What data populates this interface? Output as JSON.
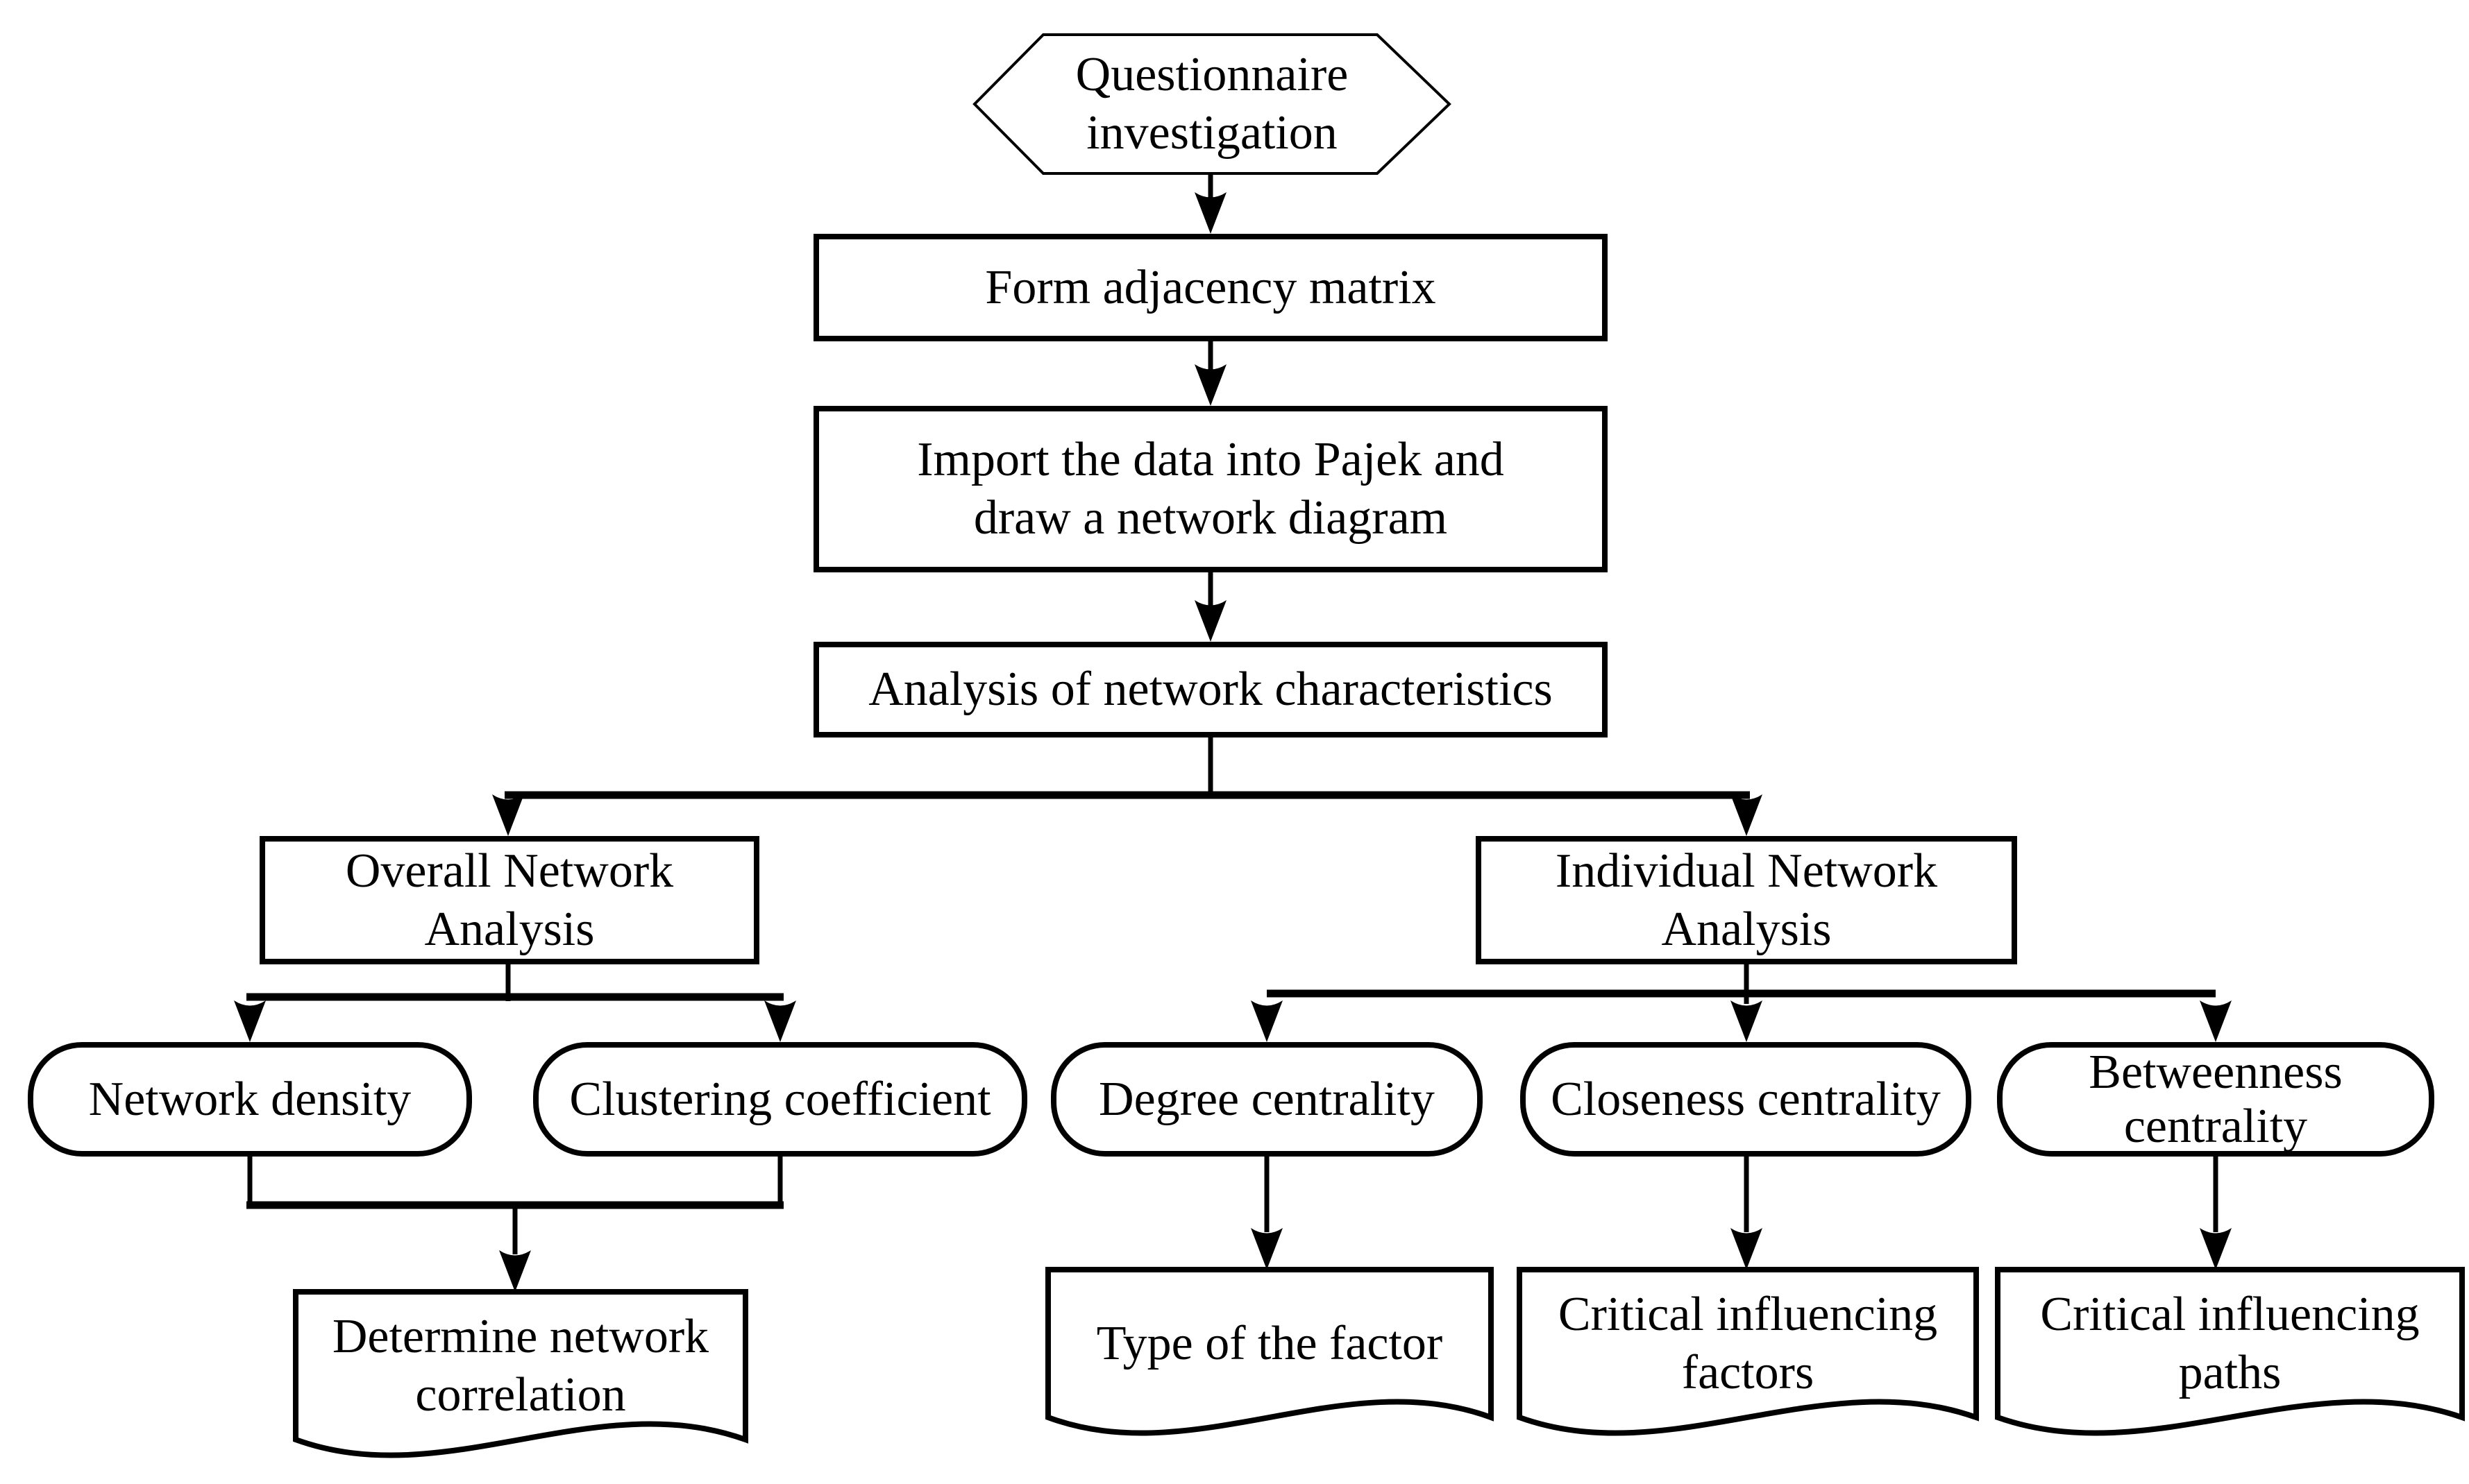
{
  "figure": {
    "type": "flowchart",
    "colors": {
      "ink": "#000000",
      "paper": "#ffffff"
    },
    "nodes": {
      "questionnaire": {
        "shape": "hexagon",
        "lines": [
          "Questionnaire",
          "investigation"
        ]
      },
      "form_matrix": {
        "shape": "rect",
        "lines": [
          "Form adjacency matrix"
        ]
      },
      "import_pajek": {
        "shape": "rect",
        "lines": [
          "Import the data into Pajek and",
          "draw a network diagram"
        ]
      },
      "analysis": {
        "shape": "rect",
        "lines": [
          "Analysis of network characteristics"
        ]
      },
      "overall": {
        "shape": "rect",
        "lines": [
          "Overall Network",
          "Analysis"
        ]
      },
      "individual": {
        "shape": "rect",
        "lines": [
          "Individual Network",
          "Analysis"
        ]
      },
      "network_density": {
        "shape": "stadium",
        "lines": [
          "Network density"
        ]
      },
      "clustering_coefficient": {
        "shape": "stadium",
        "lines": [
          "Clustering coefficient"
        ]
      },
      "degree_centrality": {
        "shape": "stadium",
        "lines": [
          "Degree centrality"
        ]
      },
      "closeness_centrality": {
        "shape": "stadium",
        "lines": [
          "Closeness centrality"
        ]
      },
      "betweenness_centrality": {
        "shape": "stadium",
        "lines": [
          "Betweenness",
          "centrality"
        ]
      },
      "determine_correlation": {
        "shape": "document",
        "lines": [
          "Determine network",
          "correlation"
        ]
      },
      "type_of_factor": {
        "shape": "document",
        "lines": [
          "Type of the factor"
        ]
      },
      "critical_factors": {
        "shape": "document",
        "lines": [
          "Critical influencing",
          "factors"
        ]
      },
      "critical_paths": {
        "shape": "document",
        "lines": [
          "Critical influencing",
          "paths"
        ]
      }
    }
  }
}
